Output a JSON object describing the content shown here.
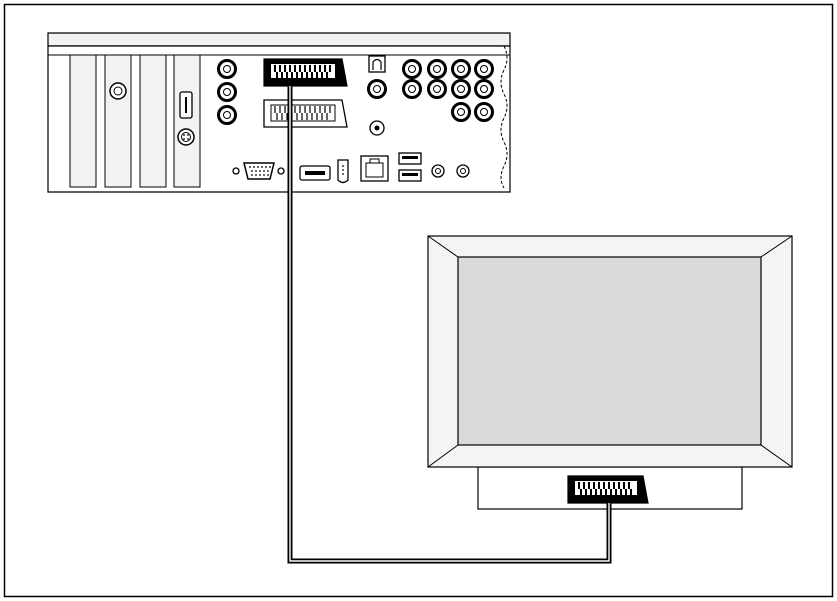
{
  "figure": {
    "description_labels": [],
    "colors": {
      "line": "#000000",
      "background": "#ffffff",
      "device_panel": "#f2f2f2",
      "screen": "#d9d9d9",
      "bezel": "#f4f4f4",
      "highlight_connector": "#000000"
    },
    "components": [
      {
        "name": "pc-rear-panel",
        "icon": "computer-back-panel"
      },
      {
        "name": "pc-scart-out",
        "icon": "scart-connector"
      },
      {
        "name": "tv",
        "icon": "flat-screen-tv"
      },
      {
        "name": "tv-scart-in",
        "icon": "scart-connector"
      },
      {
        "name": "scart-cable",
        "icon": "cable"
      }
    ]
  }
}
